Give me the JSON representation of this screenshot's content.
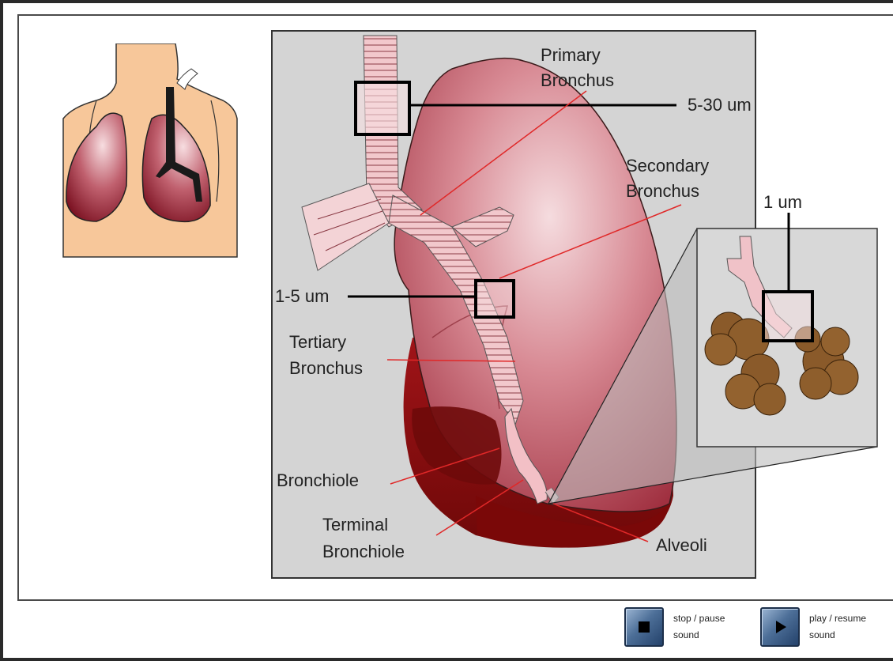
{
  "diagram": {
    "labels": {
      "primary_bronchus_line1": "Primary",
      "primary_bronchus_line2": "Bronchus",
      "size_primary": "5-30 um",
      "secondary_bronchus_line1": "Secondary",
      "secondary_bronchus_line2": "Bronchus",
      "size_alveoli": "1 um",
      "size_secondary": "1-5 um",
      "tertiary_bronchus_line1": "Tertiary",
      "tertiary_bronchus_line2": "Bronchus",
      "bronchiole": "Bronchiole",
      "terminal_bronchiole_line1": "Terminal",
      "terminal_bronchiole_line2": "Bronchiole",
      "alveoli": "Alveoli"
    },
    "colors": {
      "panel_bg": "#d4d4d4",
      "lung_light": "#e9aab2",
      "lung_mid": "#b84a5a",
      "lung_dark": "#8a0f10",
      "leader_line": "#e02828",
      "bronchus": "#f2c8cc",
      "alveoli_sac": "#8a5a2a",
      "skin": "#f7c79a"
    }
  },
  "controls": {
    "stop_label_line1": "stop / pause",
    "stop_label_line2": "sound",
    "play_label_line1": "play / resume",
    "play_label_line2": "sound"
  }
}
